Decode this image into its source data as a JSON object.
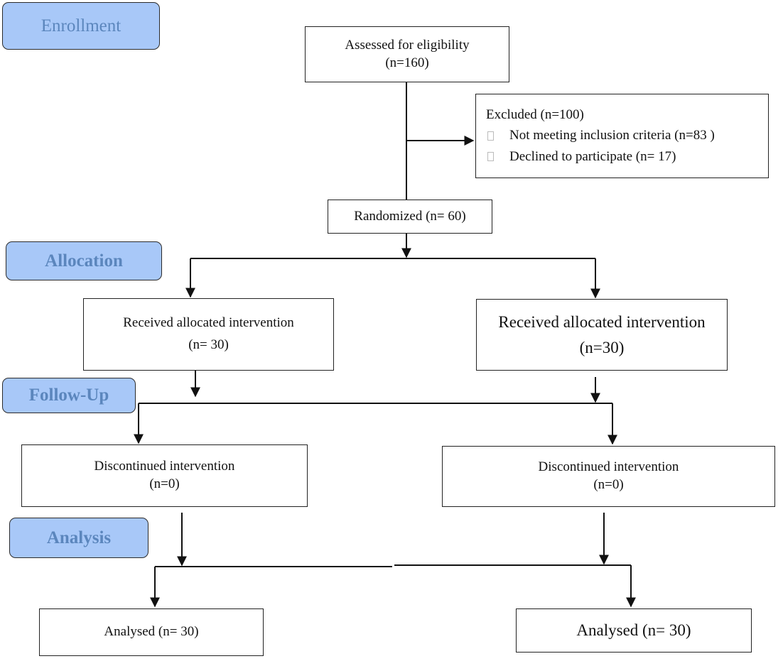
{
  "stages": {
    "enrollment": "Enrollment",
    "allocation": "Allocation",
    "follow_up": "Follow-Up",
    "analysis": "Analysis"
  },
  "boxes": {
    "assessed": {
      "line1": "Assessed for eligibility",
      "line2": "(n=160)"
    },
    "excluded": {
      "title": "Excluded (n=100)",
      "items": [
        {
          "text": "Not meeting inclusion criteria (n=83 )"
        },
        {
          "text": "Declined to participate (n= 17)"
        }
      ]
    },
    "randomized": {
      "text": "Randomized (n= 60)"
    },
    "received_left": {
      "line1": "Received allocated intervention",
      "line2": "(n= 30)"
    },
    "received_right": {
      "line1": "Received allocated intervention",
      "line2": "(n=30)"
    },
    "discontinued_left": {
      "line1": "Discontinued intervention",
      "line2": "(n=0)"
    },
    "discontinued_right": {
      "line1": "Discontinued intervention",
      "line2": "(n=0)"
    },
    "analysed_left": {
      "text": "Analysed (n= 30)"
    },
    "analysed_right": {
      "text": "Analysed (n= 30)"
    }
  },
  "colors": {
    "stage_fill": "#a8c8f8",
    "stage_text": "#5b86bd",
    "line": "#111111"
  }
}
